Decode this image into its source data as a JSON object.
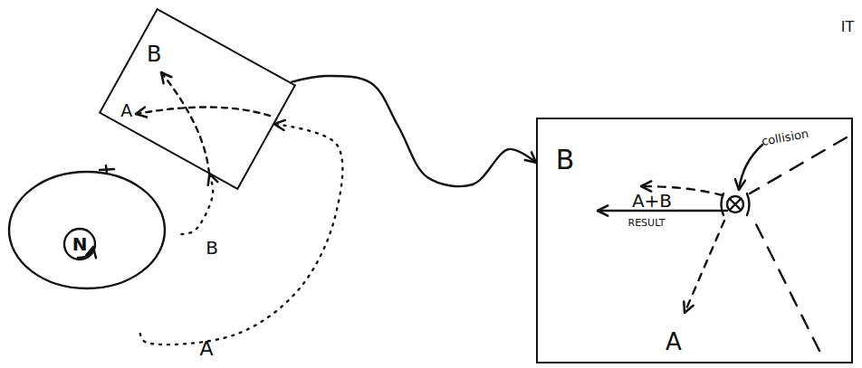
{
  "diagram": {
    "nodes": [
      {
        "text": [
          "B",
          "A"
        ]
      },
      {
        "text": [
          "N"
        ]
      },
      {
        "text": [
          "B",
          "collision",
          "A+B",
          "RESULT",
          "A"
        ]
      }
    ],
    "edges": [
      {
        "from": 0,
        "to": 2,
        "arrow": "to"
      },
      {
        "from": 1,
        "to": 0,
        "label": "B",
        "arrow": "to"
      },
      {
        "from": 1,
        "to": 0,
        "label": "A",
        "arrow": "to"
      }
    ],
    "labels": [
      "IT"
    ]
  }
}
